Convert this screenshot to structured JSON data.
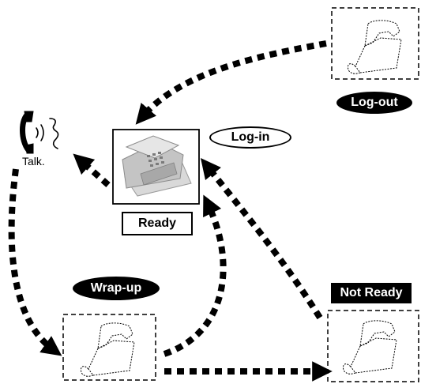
{
  "diagram": {
    "states": {
      "logout": {
        "label": "Log-out"
      },
      "login": {
        "label": "Log-in"
      },
      "ready": {
        "label": "Ready"
      },
      "wrapup": {
        "label": "Wrap-up"
      },
      "notready": {
        "label": "Not Ready"
      }
    },
    "talk": {
      "label": "Talk."
    },
    "colors": {
      "ink": "#000000",
      "background": "#ffffff",
      "phone_gray": "#b8b8b8"
    },
    "icons": [
      "telephone-icon",
      "desk-phone-icon",
      "handset-talking-icon"
    ]
  }
}
